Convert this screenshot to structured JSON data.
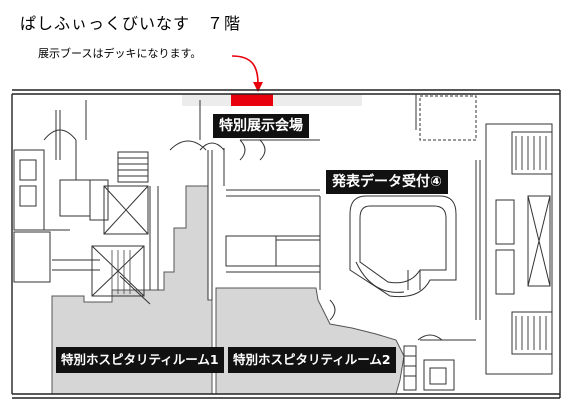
{
  "page": {
    "title": "ぱしふぃっくびいなす　７階",
    "note": "展示ブースはデッキになります。"
  },
  "areas": {
    "exhibition_hall": "特別展示会場",
    "reception": "発表データ受付④",
    "room1": "特別ホスピタリティルーム1",
    "room2": "特別ホスピタリティルーム2"
  },
  "colors": {
    "highlight": "#e8000c",
    "arrow": "#e8000c",
    "room_fill": "#d4d4d4",
    "label_bg": "#111111",
    "wall": "#222222"
  }
}
